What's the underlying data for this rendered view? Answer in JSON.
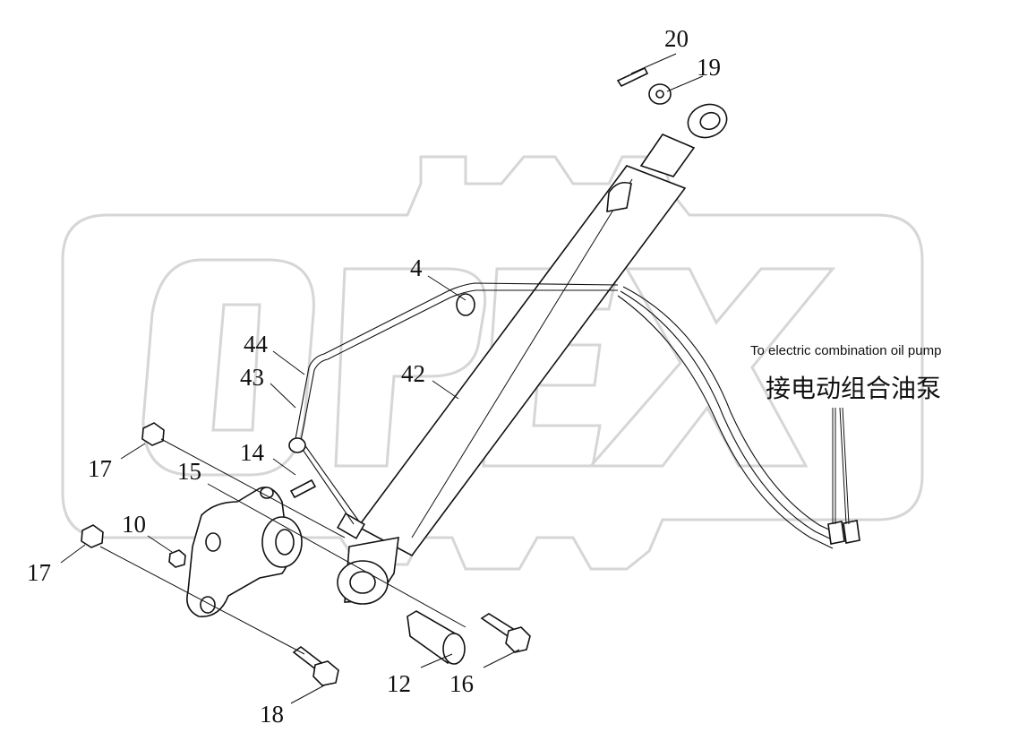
{
  "diagram": {
    "callouts": {
      "n20": "20",
      "n19": "19",
      "n4": "4",
      "n44": "44",
      "n43": "43",
      "n42": "42",
      "n14": "14",
      "n17a": "17",
      "n15": "15",
      "n10": "10",
      "n17b": "17",
      "n12": "12",
      "n16": "16",
      "n18": "18"
    },
    "annotation_en": "To electric combination oil pump",
    "annotation_zh": "接电动组合油泵",
    "watermark": "OPEX",
    "colors": {
      "line": "#111111",
      "watermark": "#d6d6d6",
      "background": "#ffffff"
    }
  }
}
